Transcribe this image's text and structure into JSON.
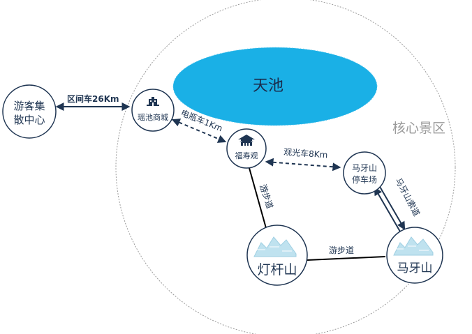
{
  "zone": {
    "label": "核心景区"
  },
  "lake": {
    "label": "天池",
    "color": "#1ab0e6"
  },
  "nodes": {
    "visitor_center": {
      "line1": "游客集",
      "line2": "散中心"
    },
    "yaochi_mall": {
      "label": "瑶池商城",
      "icon": "building-icon"
    },
    "fushou_temple": {
      "label": "福寿观",
      "icon": "temple-icon"
    },
    "maya_parking": {
      "line1": "马牙山",
      "line2": "停车场"
    },
    "dengan_mountain": {
      "label": "灯杆山",
      "icon": "mountain-icon"
    },
    "maya_mountain": {
      "label": "马牙山",
      "icon": "mountain-icon"
    }
  },
  "edges": {
    "shuttle": {
      "label": "区间车26Km"
    },
    "battery_car": {
      "label": "电瓶车1Km"
    },
    "sightseeing_car": {
      "label": "观光车8Km"
    },
    "walkway_vertical": {
      "label": "游步道"
    },
    "walkway_horizontal": {
      "label": "游步道"
    },
    "cableway": {
      "label": "马牙山索道"
    }
  },
  "colors": {
    "node_border": "#1f3552",
    "arrow": "#1f3552",
    "line": "#000000",
    "zone_border": "#9a9a9a",
    "mountain": "#bfe2ef"
  }
}
